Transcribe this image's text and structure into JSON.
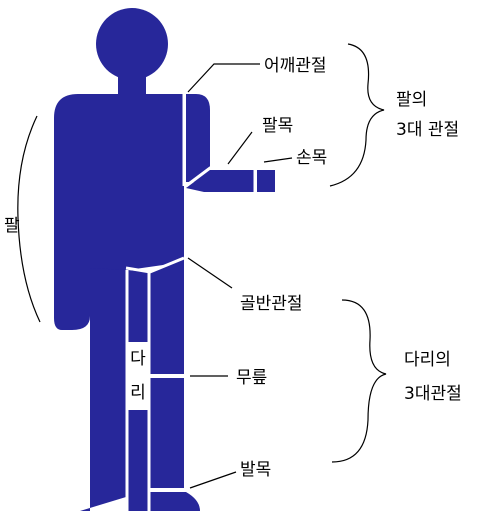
{
  "colors": {
    "figure": "#27279a",
    "lines": "#000000",
    "background": "#ffffff"
  },
  "labels": {
    "shoulder_joint": "어깨관절",
    "wrist_1": "팔목",
    "wrist_2": "손목",
    "arm_group_line1": "팔의",
    "arm_group_line2": "3대 관절",
    "arm": "팔",
    "hip_joint": "골반관절",
    "knee": "무릎",
    "ankle": "발목",
    "leg_group_line1": "다리의",
    "leg_group_line2": "3대관절",
    "leg_char1": "다",
    "leg_char2": "리"
  }
}
